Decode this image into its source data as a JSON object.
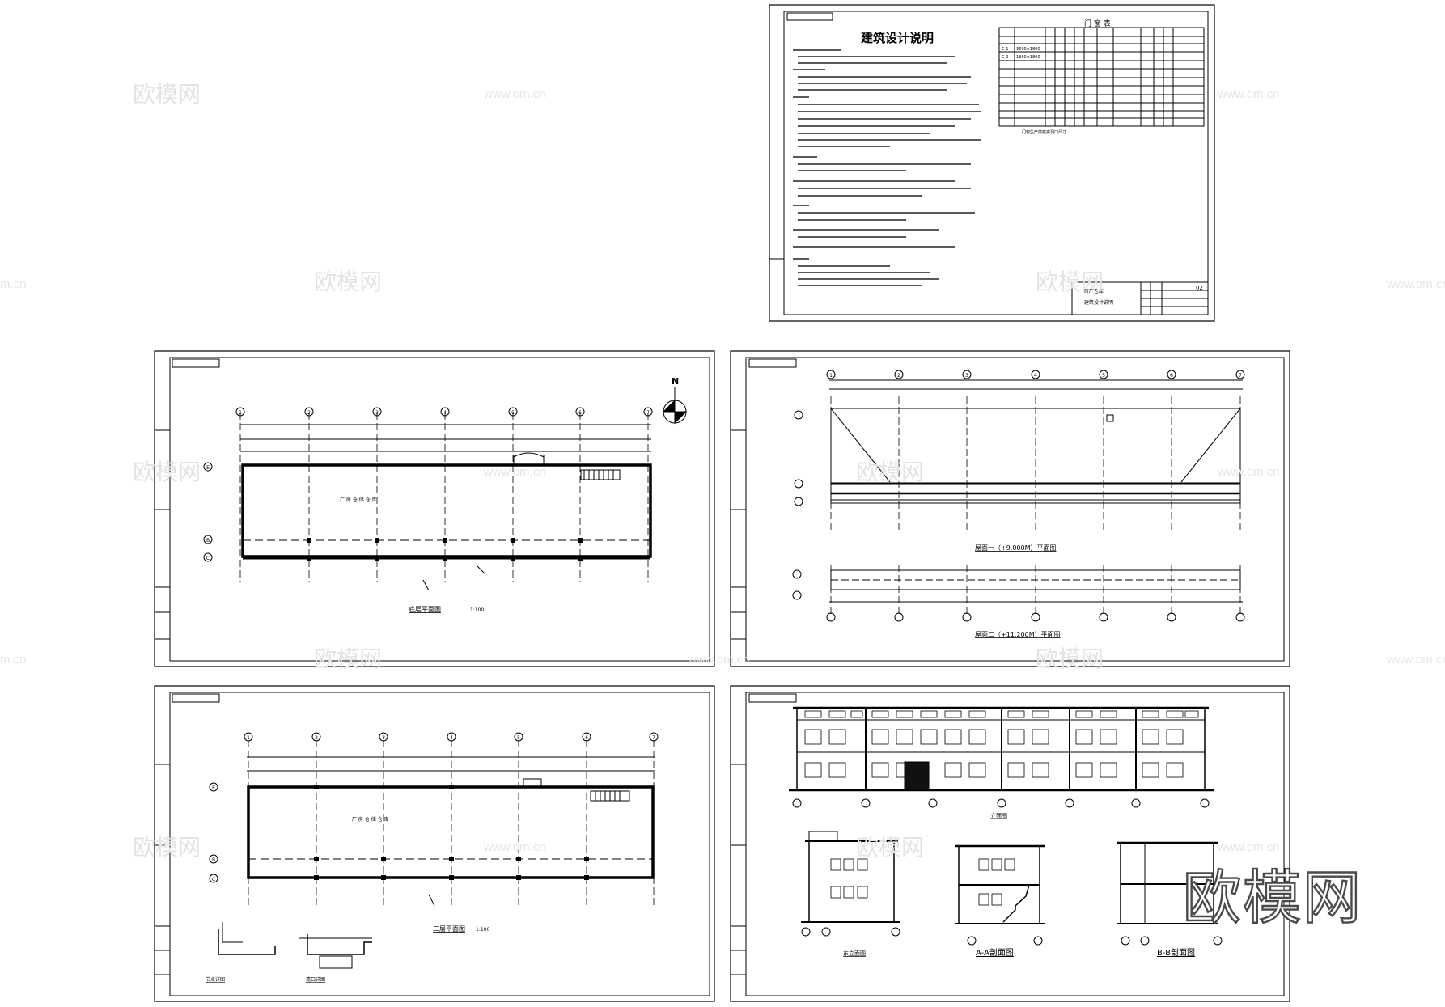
{
  "notes_sheet": {
    "title": "建筑设计说明",
    "door_table_title": "门 窗 表",
    "door_rows": [
      {
        "id": "C-1",
        "size": "3600×1800"
      },
      {
        "id": "C-2",
        "size": "1800×1800"
      }
    ],
    "table_note": "门窗生产前核实洞口尺寸",
    "title_block_project": "砖厂仓库",
    "title_block_sheet": "建筑设计说明",
    "sheet_no": "02"
  },
  "sheets": {
    "ground_plan_title": "底层平面图",
    "second_plan_title": "二层平面图",
    "roof1_title": "屋面一（+9.000M）平面图",
    "roof2_title": "屋面二（+11.200M）平面图",
    "front_elev_title": "立面图",
    "side_elev_title": "东立面图",
    "aa_section_title": "A-A剖面图",
    "bb_section_title": "B-B剖面图",
    "detail1_title": "节点详图",
    "detail2_title": "檐口详图",
    "scale": "1:100",
    "room_label": "厂 房 仓 储 仓 库",
    "north_label": "N"
  },
  "grid_labels": [
    "1",
    "2",
    "3",
    "4",
    "5",
    "6",
    "7"
  ],
  "row_labels": [
    "E",
    "B",
    "C"
  ],
  "watermarks": {
    "brand": "欧模网",
    "url": "www.om.cn",
    "url_partial": "m.cn"
  }
}
